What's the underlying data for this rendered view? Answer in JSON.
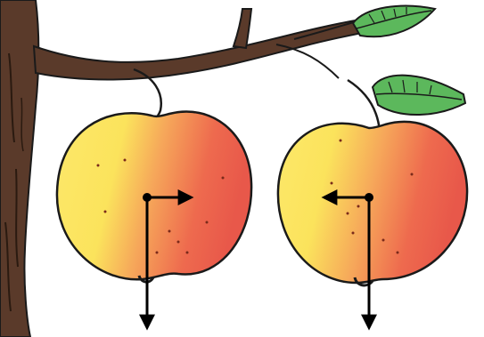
{
  "scene": {
    "background_color": "#ffffff",
    "branch_color": "#5a3a2a",
    "outline_color": "#1a1a1a",
    "leaf_color": "#5cb85c",
    "apple_colors": {
      "yellow": "#fbe65c",
      "orange": "#f5a25a",
      "red": "#ea5a4a"
    },
    "arrow_color": "#000000"
  },
  "apples": [
    {
      "name": "left-apple",
      "arrows": [
        "right",
        "down"
      ]
    },
    {
      "name": "right-apple",
      "arrows": [
        "left",
        "down"
      ]
    }
  ]
}
